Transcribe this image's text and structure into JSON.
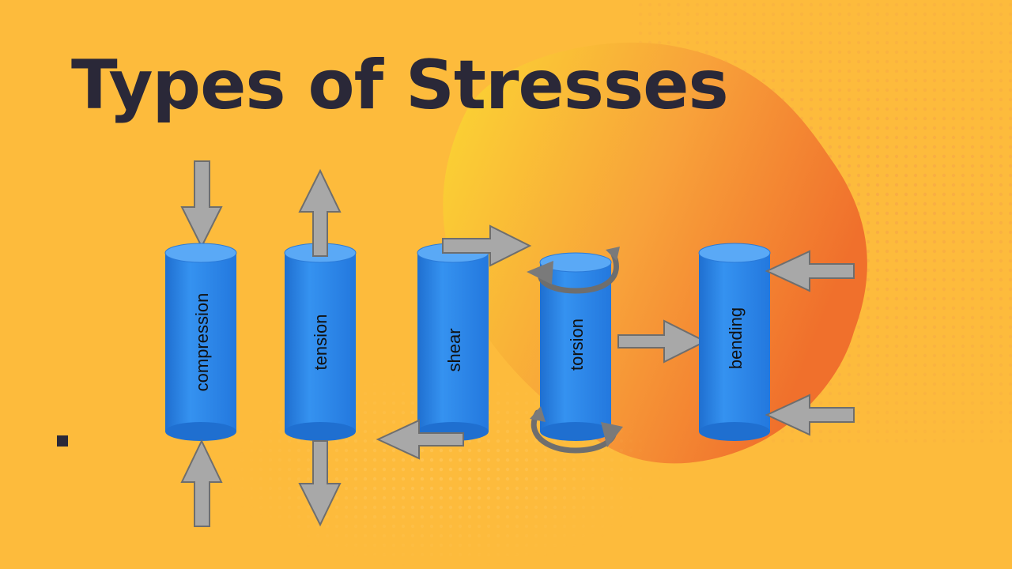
{
  "title": "Types of Stresses",
  "colors": {
    "background": "#fdbb3c",
    "blob_start": "#fbd833",
    "blob_end": "#f0702c",
    "cylinder_body": "#2e86e8",
    "cylinder_top": "#5aa9f6",
    "arrow_fill": "#a8a8a8",
    "arrow_stroke": "#6e6e6e",
    "title_text": "#2a2838"
  },
  "stress_types": [
    {
      "id": "compression",
      "label": "compression"
    },
    {
      "id": "tension",
      "label": "tension"
    },
    {
      "id": "shear",
      "label": "shear"
    },
    {
      "id": "torsion",
      "label": "torsion"
    },
    {
      "id": "bending",
      "label": "bending"
    }
  ]
}
